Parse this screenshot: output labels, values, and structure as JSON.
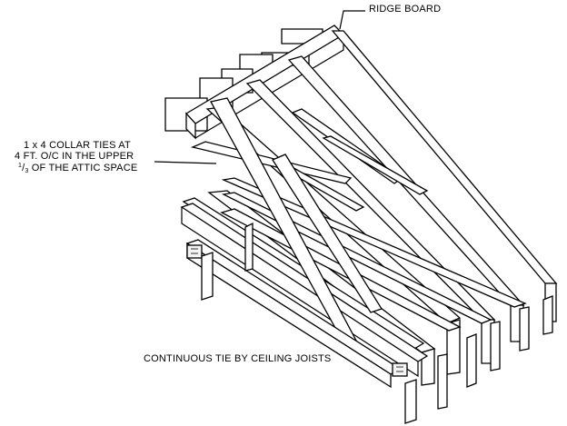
{
  "labels": {
    "ridge_board": "RIDGE BOARD",
    "collar_ties": {
      "line1": "1 x 4 COLLAR TIES AT",
      "line2": "4 FT.  O/C IN THE UPPER",
      "frac_num": "1",
      "frac_sep": "/",
      "frac_den": "3",
      "line3_rest": " OF THE ATTIC SPACE"
    },
    "ceiling_joists": "CONTINUOUS TIE BY CEILING JOISTS"
  },
  "colors": {
    "stroke": "#000000",
    "fill": "#ffffff",
    "background": "#ffffff"
  }
}
